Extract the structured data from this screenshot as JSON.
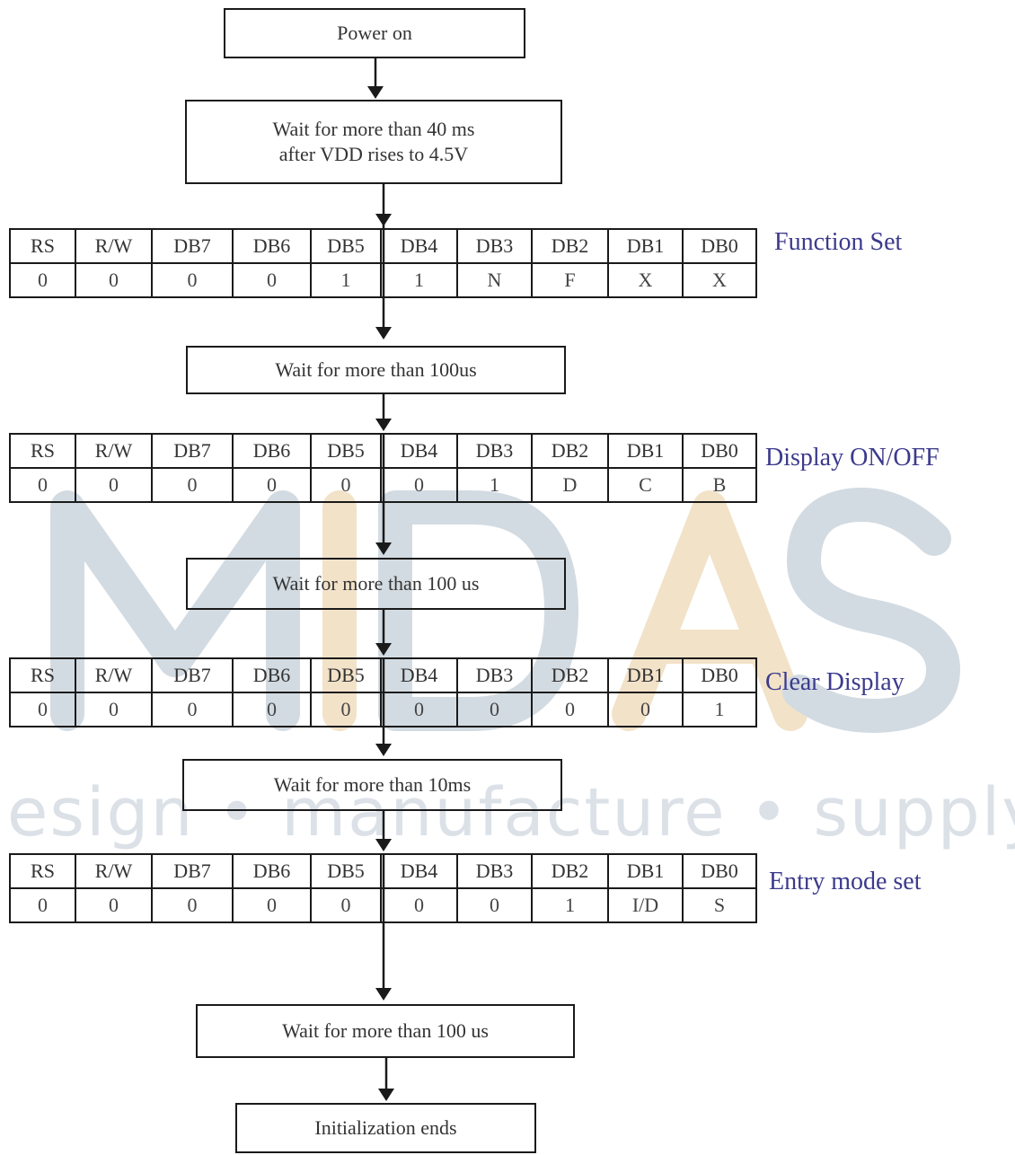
{
  "boxes": {
    "power_on": "Power on",
    "wait_40ms": [
      "Wait for more than 40 ms",
      "after VDD rises to 4.5V"
    ],
    "wait_100us_1": "Wait for more than 100us",
    "wait_100us_2": "Wait for more than 100 us",
    "wait_10ms": "Wait for more than 10ms",
    "wait_100us_3": "Wait for more than 100 us",
    "init_ends": "Initialization ends"
  },
  "registers": [
    {
      "name": "Function Set",
      "headers": [
        "RS",
        "R/W",
        "DB7",
        "DB6",
        "DB5",
        "DB4",
        "DB3",
        "DB2",
        "DB1",
        "DB0"
      ],
      "values": [
        "0",
        "0",
        "0",
        "0",
        "1",
        "1",
        "N",
        "F",
        "X",
        "X"
      ]
    },
    {
      "name": "Display ON/OFF",
      "headers": [
        "RS",
        "R/W",
        "DB7",
        "DB6",
        "DB5",
        "DB4",
        "DB3",
        "DB2",
        "DB1",
        "DB0"
      ],
      "values": [
        "0",
        "0",
        "0",
        "0",
        "0",
        "0",
        "1",
        "D",
        "C",
        "B"
      ]
    },
    {
      "name": "Clear Display",
      "headers": [
        "RS",
        "R/W",
        "DB7",
        "DB6",
        "DB5",
        "DB4",
        "DB3",
        "DB2",
        "DB1",
        "DB0"
      ],
      "values": [
        "0",
        "0",
        "0",
        "0",
        "0",
        "0",
        "0",
        "0",
        "0",
        "1"
      ]
    },
    {
      "name": "Entry mode set",
      "headers": [
        "RS",
        "R/W",
        "DB7",
        "DB6",
        "DB5",
        "DB4",
        "DB3",
        "DB2",
        "DB1",
        "DB0"
      ],
      "values": [
        "0",
        "0",
        "0",
        "0",
        "0",
        "0",
        "0",
        "1",
        "I/D",
        "S"
      ]
    }
  ],
  "watermark": {
    "letters": [
      "M",
      "I",
      "D",
      "A",
      "S"
    ],
    "tagline": "design • manufacture • supply",
    "colors": {
      "slate": "#d3dbe2",
      "gold": "#f2e2c8"
    }
  }
}
